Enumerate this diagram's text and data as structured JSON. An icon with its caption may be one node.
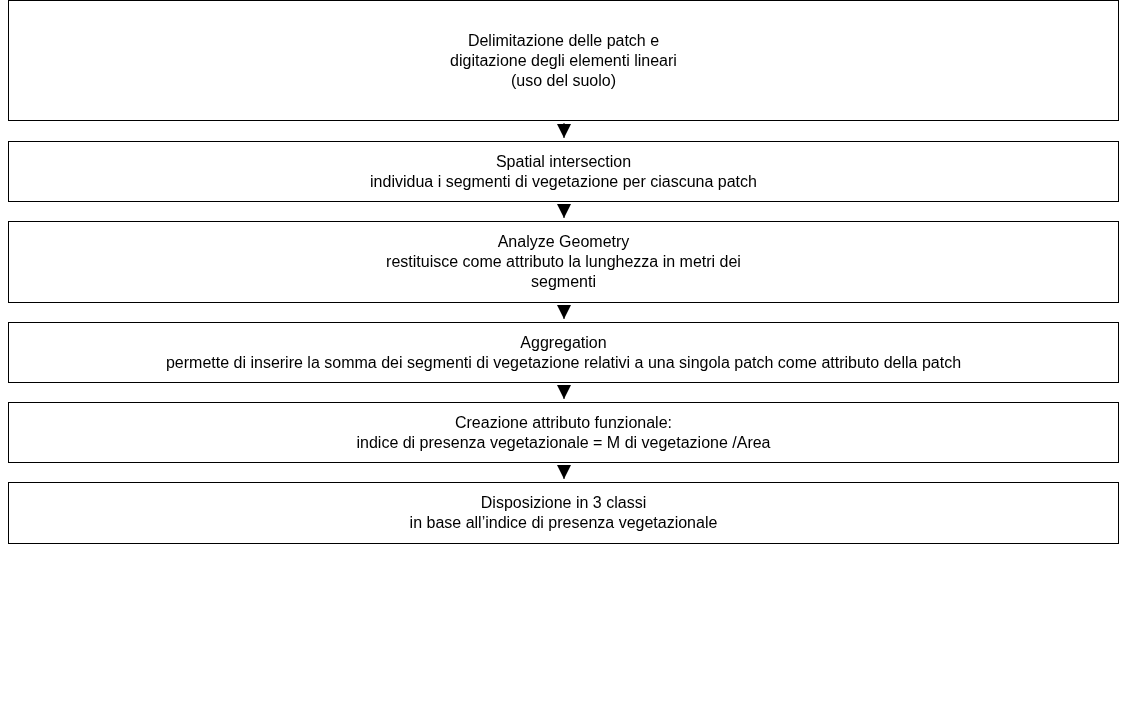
{
  "diagram": {
    "nodes": [
      {
        "text": [
          "Delimitazione delle patch e digitazione degli elementi lineari",
          "(uso del suolo)"
        ]
      },
      {
        "text": [
          "Spatial intersection",
          "individua i segmenti di vegetazione per ciascuna patch"
        ]
      },
      {
        "text": [
          "Analyze Geometry",
          "restituisce come attributo la lunghezza in metri dei segmenti"
        ]
      },
      {
        "text": [
          "Aggregation",
          "permette di inserire la somma dei segmenti di vegetazione relativi a una singola patch come attributo della patch"
        ]
      },
      {
        "text": [
          "Creazione attributo funzionale:",
          "indice di presenza vegetazionale = M di vegetazione /Area"
        ]
      },
      {
        "text": [
          "Disposizione in 3 classi",
          "in base all’indice di presenza vegetazionale"
        ]
      }
    ],
    "edges": [
      {
        "from": 0,
        "to": 1,
        "arrow": "to"
      },
      {
        "from": 1,
        "to": 2,
        "arrow": "to"
      },
      {
        "from": 2,
        "to": 3,
        "arrow": "to"
      },
      {
        "from": 3,
        "to": 4,
        "arrow": "to"
      },
      {
        "from": 4,
        "to": 5,
        "arrow": "to"
      }
    ]
  }
}
